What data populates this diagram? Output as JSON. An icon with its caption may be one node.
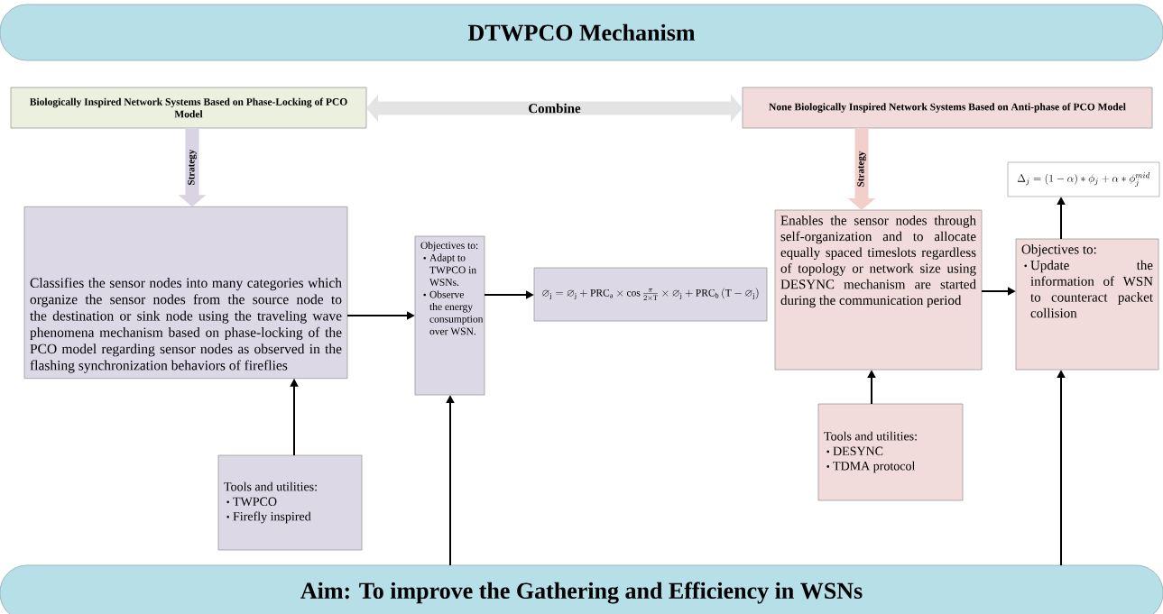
{
  "diagram": {
    "nodes": [
      {
        "text": [
          "DTWPCO Mechanism"
        ]
      },
      {
        "text": [
          "Biologically Inspired Network Systems Based on Phase-Locking of PCO Model"
        ]
      },
      {
        "text": [
          "None Biologically Inspired Network Systems Based on Anti-phase of PCO Model"
        ]
      },
      {
        "text": [
          "Classifies the sensor nodes into many categories which organize the sensor nodes from the source node to the destination or sink node using the traveling wave phenomena mechanism based on phase-locking of the PCO model regarding sensor nodes as observed in the flashing synchronization behaviors of fireflies"
        ]
      },
      {
        "text": [
          "Objectives to:",
          "Adapt to TWPCO in WSNs.",
          "Observe the energy consumption over WSN."
        ]
      },
      {
        "text": [
          "\\varnothing_{\\mathrm{j}} = \\varnothing_{\\mathrm{j}} + \\mathrm{PRC}_{\\mathrm{a}} \\times \\cos\\frac{\\pi}{2\\times \\mathrm{T}} \\times \\varnothing_{\\mathrm{j}} + \\mathrm{PRC}_{\\mathrm{b}}\\left(\\mathrm{T} - \\varnothing_{\\mathrm{j}}\\right)"
        ]
      },
      {
        "text": [
          "Tools and utilities:",
          "TWPCO",
          "Firefly inspired"
        ]
      },
      {
        "text": [
          "Enables the sensor nodes through self-organization and to allocate equally spaced timeslots regardless of topology or network size using DESYNC mechanism are started during the communication period"
        ]
      },
      {
        "text": [
          "Objectives to:",
          "Update the information of WSN to counteract packet collision"
        ]
      },
      {
        "text": [
          "\\Delta_j = (1-\\alpha) * \\phi_j + \\alpha * \\phi_j^{mid}"
        ]
      },
      {
        "text": [
          "Tools and utilities:",
          "DESYNC",
          "TDMA protocol"
        ]
      },
      {
        "text": [
          "Aim: To improve the Gathering and Efficiency in WSNs"
        ]
      }
    ],
    "edges": [
      {
        "from": 1,
        "to": 2,
        "arrow": "both",
        "label": "Combine",
        "style": "thick",
        "color": "#e4e4e4"
      },
      {
        "from": 1,
        "to": 3,
        "arrow": "to",
        "label": "Strategy",
        "style": "thick",
        "color": "#d9d3e4"
      },
      {
        "from": 2,
        "to": 7,
        "arrow": "to",
        "label": "Strategy",
        "style": "thick",
        "color": "#f2cfcb"
      },
      {
        "from": 3,
        "to": 4,
        "arrow": "to"
      },
      {
        "from": 4,
        "to": 5,
        "arrow": "to"
      },
      {
        "from": 6,
        "to": 3,
        "arrow": "to"
      },
      {
        "from": 11,
        "to": 4,
        "arrow": "to"
      },
      {
        "from": 7,
        "to": 8,
        "arrow": "to"
      },
      {
        "from": 8,
        "to": 9,
        "arrow": "to"
      },
      {
        "from": 10,
        "to": 7,
        "arrow": "to"
      },
      {
        "from": 11,
        "to": 8,
        "arrow": "to"
      }
    ]
  }
}
